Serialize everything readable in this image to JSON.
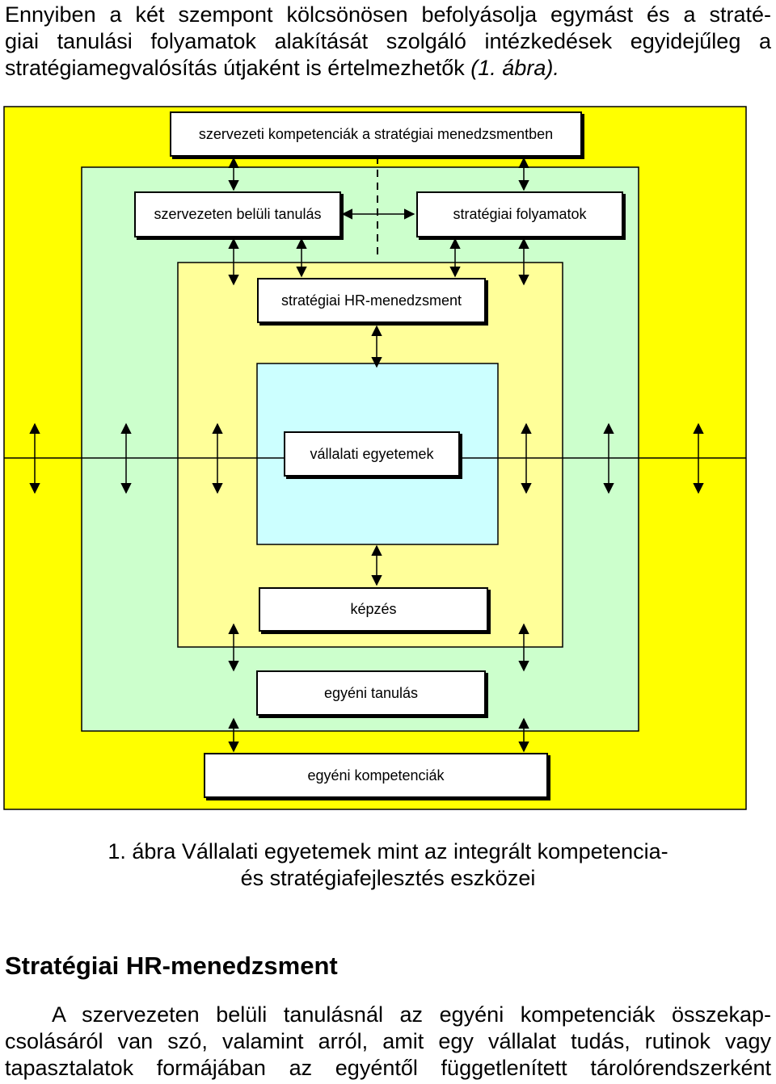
{
  "intro": {
    "lines": [
      "Ennyiben a két szempont kölcsönösen befolyásolja egymást és a straté-",
      "giai tanulási folyamatok alakítását szolgáló intézkedések egyidejűleg a"
    ],
    "last_line_plain": "stratégiamegvalósítás útjaként is értelmezhetők ",
    "last_line_italic": "(1. ábra)."
  },
  "diagram": {
    "colors": {
      "outer": "#ffff00",
      "green": "#ccffcc",
      "lightyellow": "#ffff99",
      "cyan": "#ccffff"
    },
    "boxes": {
      "org_competencies": "szervezeti kompetenciák a stratégiai menedzsmentben",
      "org_learning": "szervezeten belüli tanulás",
      "strategic_processes": "stratégiai folyamatok",
      "strategic_hrm": "stratégiai HR-menedzsment",
      "corporate_university": "vállalati egyetemek",
      "training": "képzés",
      "individual_learning": "egyéni tanulás",
      "individual_competencies": "egyéni kompetenciák"
    }
  },
  "caption": {
    "line1": "1. ábra Vállalati egyetemek mint az integrált kompetencia-",
    "line2": "és stratégiafejlesztés eszközei"
  },
  "section": {
    "heading": "Stratégiai HR-menedzsment",
    "lines": [
      "A szervezeten belüli tanulásnál az egyéni kompetenciák összekap-",
      "csolásáról van szó, valamint arról, amit egy vállalat tudás, rutinok vagy",
      "tapasztalatok formájában az egyéntől függetlenített tárolórendszerként"
    ]
  }
}
